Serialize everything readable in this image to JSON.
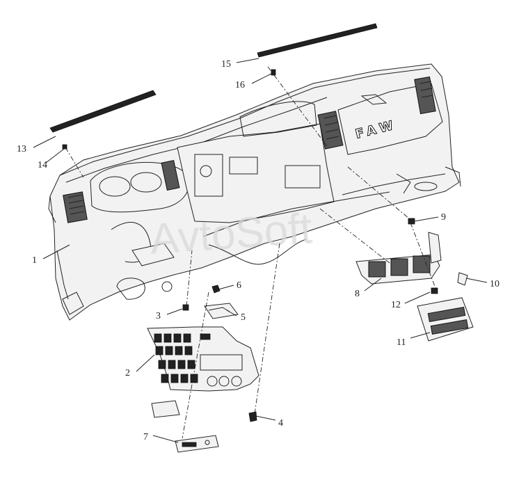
{
  "diagram": {
    "brand_logo": "FAW",
    "watermark": "AvtoSoft",
    "callouts": [
      {
        "label": "1"
      },
      {
        "label": "2"
      },
      {
        "label": "3"
      },
      {
        "label": "4"
      },
      {
        "label": "5"
      },
      {
        "label": "6"
      },
      {
        "label": "7"
      },
      {
        "label": "8"
      },
      {
        "label": "9"
      },
      {
        "label": "10"
      },
      {
        "label": "11"
      },
      {
        "label": "12"
      },
      {
        "label": "13"
      },
      {
        "label": "14"
      },
      {
        "label": "15"
      },
      {
        "label": "16"
      }
    ]
  }
}
